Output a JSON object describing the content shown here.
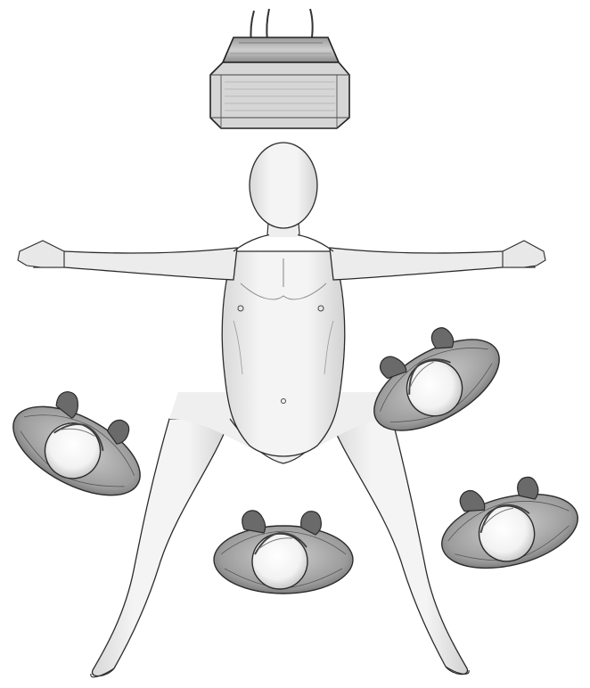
{
  "image": {
    "subject": "pencil-sketch",
    "palette": {
      "paper": "#ffffff",
      "outline": "#2b2b2b",
      "shade_light": "#d9d9d9",
      "shade_mid": "#a8a8a8",
      "shade_dark": "#5a5a5a",
      "skin": "#eeeeee"
    },
    "elements": [
      "light-fixture",
      "standing-figure",
      "observer-top-view"
    ]
  }
}
